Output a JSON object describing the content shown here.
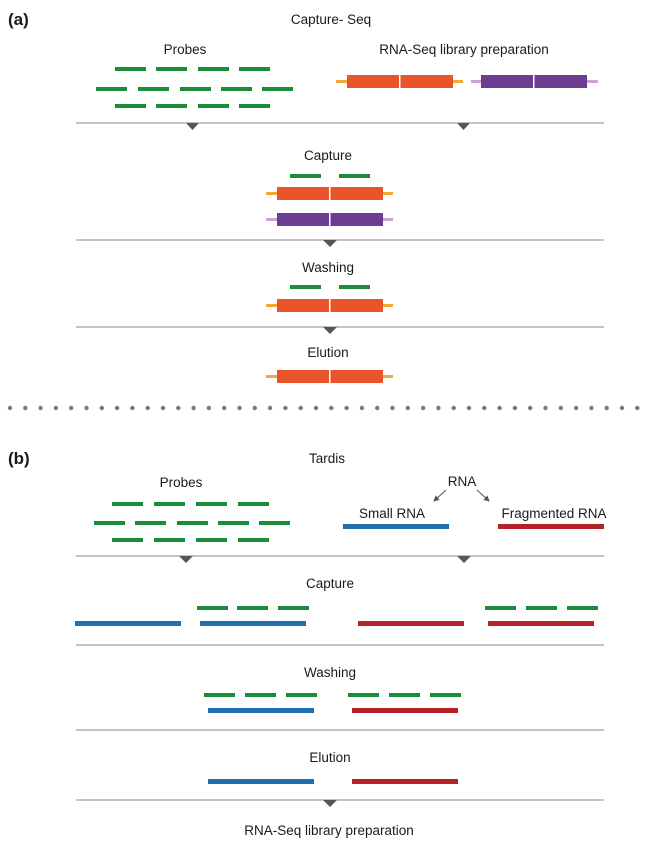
{
  "colors": {
    "probe": "#1a8c3c",
    "target_orange": "#e8552a",
    "adapter_orange": "#f2a83a",
    "target_purple": "#6d3d91",
    "adapter_purple": "#c9a3d3",
    "small_rna": "#1f6fb2",
    "fragmented_rna": "#b52327",
    "rule": "#8a8a8a",
    "arrow": "#555555",
    "divider_dots": "#7a7a7a"
  },
  "panel_a": {
    "letter": "(a)",
    "title": "Capture- Seq",
    "probes_label": "Probes",
    "library_label": "RNA-Seq library preparation",
    "capture_label": "Capture",
    "washing_label": "Washing",
    "elution_label": "Elution"
  },
  "panel_b": {
    "letter": "(b)",
    "title": "Tardis",
    "probes_label": "Probes",
    "rna_label": "RNA",
    "small_rna_label": "Small RNA",
    "fragmented_rna_label": "Fragmented RNA",
    "capture_label": "Capture",
    "washing_label": "Washing",
    "elution_label": "Elution",
    "footer_label": "RNA-Seq library preparation"
  }
}
